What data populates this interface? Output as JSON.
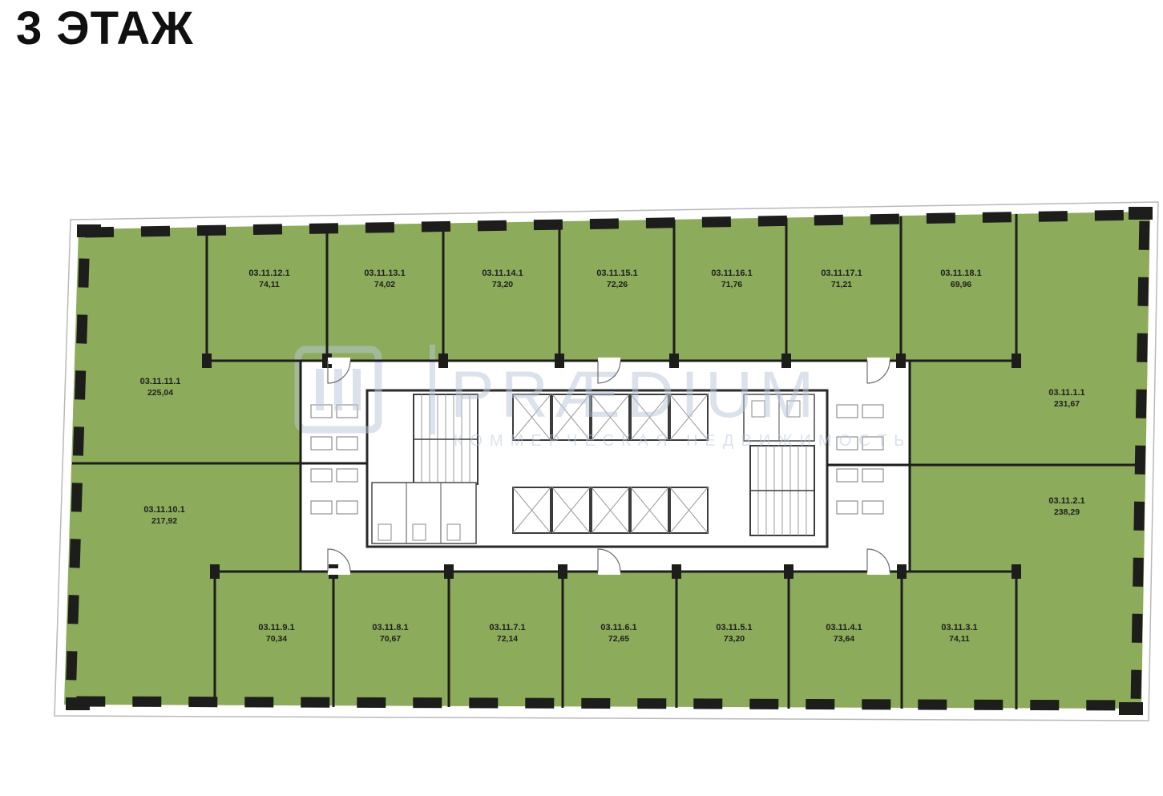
{
  "page": {
    "title": "3 ЭТАЖ"
  },
  "watermark": {
    "brand": "PRÆDIUM",
    "subtitle": "КОММЕРЧЕСКАЯ НЕДВИЖИМОСТЬ"
  },
  "colors": {
    "unit_fill": "#8cab5b",
    "wall": "#1d1d1b",
    "watermark": "#b9c7da"
  },
  "units": {
    "top_row": [
      {
        "code": "03.11.12.1",
        "area": "74,11"
      },
      {
        "code": "03.11.13.1",
        "area": "74,02"
      },
      {
        "code": "03.11.14.1",
        "area": "73,20"
      },
      {
        "code": "03.11.15.1",
        "area": "72,26"
      },
      {
        "code": "03.11.16.1",
        "area": "71,76"
      },
      {
        "code": "03.11.17.1",
        "area": "71,21"
      },
      {
        "code": "03.11.18.1",
        "area": "69,96"
      }
    ],
    "left": [
      {
        "code": "03.11.11.1",
        "area": "225,04"
      },
      {
        "code": "03.11.10.1",
        "area": "217,92"
      }
    ],
    "right": [
      {
        "code": "03.11.1.1",
        "area": "231,67"
      },
      {
        "code": "03.11.2.1",
        "area": "238,29"
      }
    ],
    "bottom_row": [
      {
        "code": "03.11.9.1",
        "area": "70,34"
      },
      {
        "code": "03.11.8.1",
        "area": "70,67"
      },
      {
        "code": "03.11.7.1",
        "area": "72,14"
      },
      {
        "code": "03.11.6.1",
        "area": "72,65"
      },
      {
        "code": "03.11.5.1",
        "area": "73,20"
      },
      {
        "code": "03.11.4.1",
        "area": "73,64"
      },
      {
        "code": "03.11.3.1",
        "area": "74,11"
      }
    ]
  }
}
